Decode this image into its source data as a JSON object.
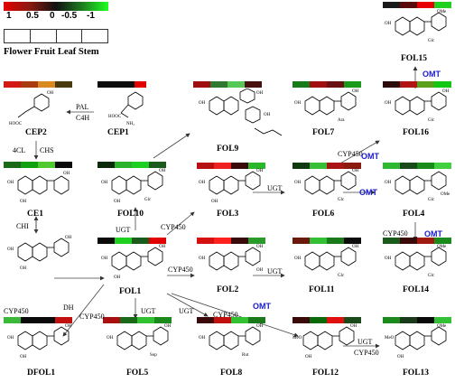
{
  "legend": {
    "scale_labels": [
      "1",
      "0.5",
      "0",
      "-0.5",
      "-1"
    ],
    "tissues": [
      "Flower",
      "Fruit",
      "Leaf",
      "Stem"
    ]
  },
  "colors": {
    "high": "#e60000",
    "mid_high": "#8a1a10",
    "zero": "#111111",
    "mid_low": "#1e7d1e",
    "low": "#20ff20",
    "omt_text": "#1a1acc"
  },
  "compounds": [
    {
      "id": "CEP1",
      "label": "CEP1",
      "heat": [
        "#0c0c0c",
        "#0c0c0c",
        "#0c0c0c",
        "#e00000"
      ]
    },
    {
      "id": "CEP2",
      "label": "CEP2",
      "heat": [
        "#d21a14",
        "#aa3a10",
        "#d98a20",
        "#4a3a10"
      ]
    },
    {
      "id": "CE1",
      "label": "CE1",
      "heat": [
        "#1a6a1a",
        "#10a010",
        "#50c830",
        "#0a0a0a"
      ]
    },
    {
      "id": "FOL10",
      "label": "FOL10",
      "heat": [
        "#0a2a0a",
        "#29b22a",
        "#20d020",
        "#1a5a1a"
      ]
    },
    {
      "id": "FOL9",
      "label": "FOL9",
      "heat": [
        "#9e1010",
        "#2f7a2f",
        "#56c856",
        "#4a0f0f"
      ]
    },
    {
      "id": "FOL7",
      "label": "FOL7",
      "heat": [
        "#1a7a1a",
        "#a01010",
        "#6b1010",
        "#1a9a1a"
      ]
    },
    {
      "id": "FOL16",
      "label": "FOL16",
      "heat": [
        "#2a0a0a",
        "#b01414",
        "#5aa01a",
        "#11c811"
      ]
    },
    {
      "id": "FOL15",
      "label": "FOL15",
      "heat": [
        "#1a1a1a",
        "#5a0a0a",
        "#e80000",
        "#20d020"
      ]
    },
    {
      "id": "FOL3",
      "label": "FOL3",
      "heat": [
        "#b71010",
        "#ee2020",
        "#3a0a0a",
        "#2ab82a"
      ]
    },
    {
      "id": "FOL6",
      "label": "FOL6",
      "heat": [
        "#0f3a0f",
        "#37c037",
        "#a81414",
        "#8a1a10"
      ]
    },
    {
      "id": "FOL4",
      "label": "FOL4",
      "heat": [
        "#30b830",
        "#1a4a1a",
        "#1a8a1a",
        "#40d040"
      ]
    },
    {
      "id": "FOL2",
      "label": "FOL2",
      "heat": [
        "#d41010",
        "#ff2020",
        "#3a0a0a",
        "#2a9a2a"
      ]
    },
    {
      "id": "FOL11",
      "label": "FOL11",
      "heat": [
        "#6a1a0a",
        "#34c034",
        "#1a7a1a",
        "#0c0c0c"
      ]
    },
    {
      "id": "FOL14",
      "label": "FOL14",
      "heat": [
        "#1a5a1a",
        "#3a0a0a",
        "#a01a10",
        "#1a8a1a"
      ]
    },
    {
      "id": "FOL1",
      "label": "FOL1",
      "heat": [
        "#0a0a0a",
        "#20d020",
        "#1a5a1a",
        "#e00000"
      ]
    },
    {
      "id": "DFOL1",
      "label": "DFOL1",
      "heat": [
        "#3ab83a",
        "#0a0a0a",
        "#0a0a0a",
        "#c01010"
      ]
    },
    {
      "id": "FOL5",
      "label": "FOL5",
      "heat": [
        "#a81010",
        "#1a6a1a",
        "#30c030",
        "#1a8a1a"
      ]
    },
    {
      "id": "FOL8",
      "label": "FOL8",
      "heat": [
        "#3a0a0a",
        "#c01010",
        "#30c030",
        "#1a7a1a"
      ]
    },
    {
      "id": "FOL12",
      "label": "FOL12",
      "heat": [
        "#3a0a0a",
        "#0a6a0a",
        "#e01010",
        "#1a4a1a"
      ]
    },
    {
      "id": "FOL13",
      "label": "FOL13",
      "heat": [
        "#1a8a1a",
        "#1a3a1a",
        "#0a0a0a",
        "#34c034"
      ]
    }
  ],
  "enzymes": {
    "pal": "PAL",
    "c4h": "C4H",
    "cl4": "4CL",
    "chs": "CHS",
    "chi": "CHI",
    "cyp450": "CYP450",
    "ugt": "UGT",
    "dh": "DH",
    "omt": "OMT"
  },
  "substituents": {
    "glc": "Glc",
    "ara": "Ara",
    "sop": "Sop",
    "rut": "Rut",
    "oh": "OH",
    "ome": "OMe",
    "meo": "MeO",
    "nh2": "NH₂",
    "hooc": "HOOC"
  }
}
